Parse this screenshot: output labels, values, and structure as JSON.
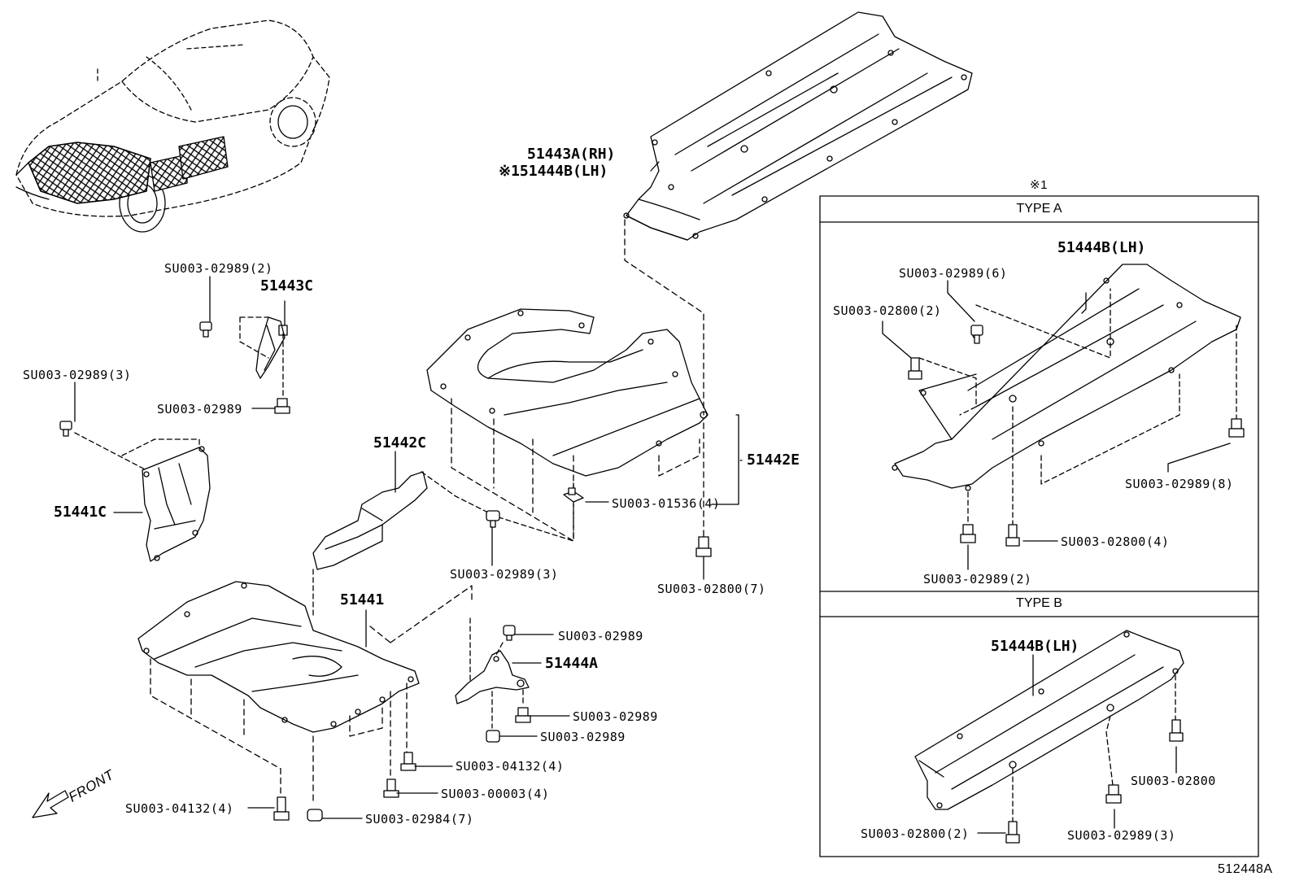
{
  "parts": {
    "p51443A": "51443A(RH)",
    "p51444B_lh_main": "51444B(LH)",
    "note_mark_main": "※1",
    "p51443C": "51443C",
    "p51441C": "51441C",
    "p51442C": "51442C",
    "p51442E": "51442E",
    "p51441": "51441",
    "p51444A": "51444A"
  },
  "fasteners": {
    "f_a": "SU003-02989(2)",
    "f_b": "SU003-02989(3)",
    "f_c": "SU003-02989",
    "f_d": "SU003-01536(4)",
    "f_e": "SU003-02989(3)",
    "f_f": "SU003-02800(7)",
    "f_g": "SU003-02989",
    "f_h": "SU003-02989",
    "f_i": "SU003-02989",
    "f_j": "SU003-04132(4)",
    "f_k": "SU003-00003(4)",
    "f_l": "SU003-04132(4)",
    "f_m": "SU003-02984(7)"
  },
  "inset": {
    "note_mark": "※1",
    "type_a": {
      "title": "TYPE A",
      "part": "51444B(LH)",
      "f1": "SU003-02989(6)",
      "f2": "SU003-02800(2)",
      "f3": "SU003-02989(8)",
      "f4": "SU003-02800(4)",
      "f5": "SU003-02989(2)"
    },
    "type_b": {
      "title": "TYPE B",
      "part": "51444B(LH)",
      "f1": "SU003-02800",
      "f2": "SU003-02800(2)",
      "f3": "SU003-02989(3)"
    }
  },
  "front_label": "FRONT",
  "diagram_ref": "512448A"
}
